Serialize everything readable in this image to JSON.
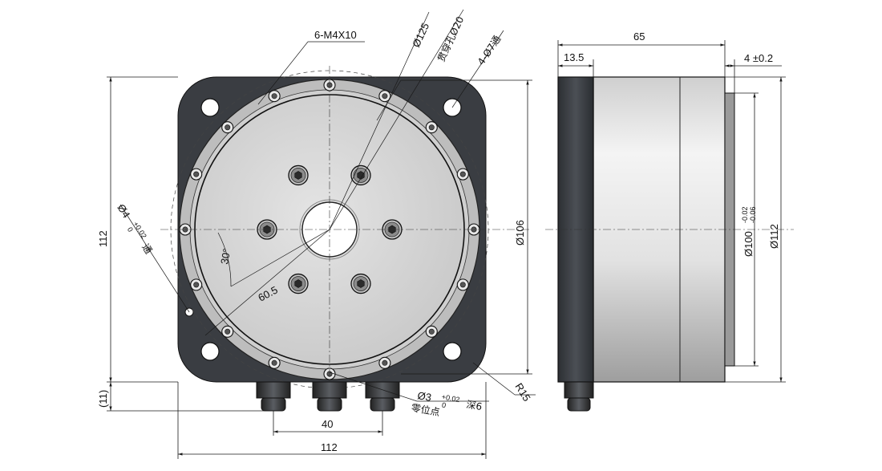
{
  "front_view": {
    "callout_thread": "6-M4X10",
    "dia_bolt_circle": "Ø125",
    "through_hole": "贯穿孔Ø20",
    "mount_holes": "4-Ø7通",
    "dia_pin_hole": "Ø4",
    "pin_tol_upper": "+0.02",
    "pin_tol_lower": "0",
    "pin_suffix": "通",
    "angle": "30°",
    "radius_pcd": "60.5",
    "height_left": "112",
    "dia_right": "Ø106",
    "corner_radius": "R15",
    "cable_offset": "(11)",
    "cable_pitch": "40",
    "width_bottom": "112",
    "zero_hole_dia": "Ø3",
    "zero_tol_upper": "+0.02",
    "zero_tol_lower": "0",
    "zero_depth": "深6",
    "zero_label": "零位点"
  },
  "side_view": {
    "length": "65",
    "flange_thickness": "13.5",
    "spigot_length": "4 ±0.2",
    "spigot_dia": "Ø100",
    "spigot_tol_upper": "-0.02",
    "spigot_tol_lower": "-0.06",
    "body_dia": "Ø112"
  },
  "colors": {
    "housing_dark": "#3a3d42",
    "face_light": "#d6d6d6",
    "ring_gray": "#bfbfbf",
    "line": "#1a1a1a"
  }
}
